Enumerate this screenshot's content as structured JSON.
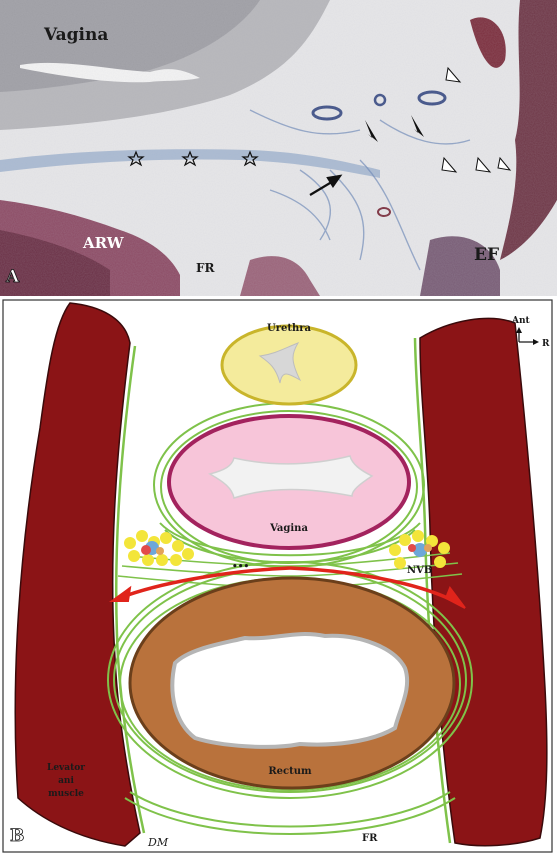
{
  "panel_a": {
    "letter": "A",
    "labels": {
      "vagina": "Vagina",
      "arw": "ARW",
      "fr": "FR",
      "ef": "EF"
    }
  },
  "panel_b": {
    "letter": "B",
    "labels": {
      "urethra": "Urethra",
      "vagina": "Vagina",
      "nvb": "NVB",
      "rectum": "Rectum",
      "levator_line1": "Levator",
      "levator_line2": "ani",
      "levator_line3": "muscle",
      "dm": "DM",
      "fr": "FR",
      "compass_ant": "Ant",
      "compass_r": "R",
      "dots": "•••"
    },
    "colors": {
      "muscle": "#8b1416",
      "fascia": "#7fc24a",
      "urethra_fill": "#f4eb9c",
      "urethra_border": "#c9b52b",
      "vagina_fill": "#f7c5d9",
      "vagina_border": "#a3235e",
      "rectum_fill": "#b9723c",
      "rectum_border": "#6b3f1b",
      "lumen_border": "#b5b5b5",
      "arrow": "#e0241b"
    }
  }
}
